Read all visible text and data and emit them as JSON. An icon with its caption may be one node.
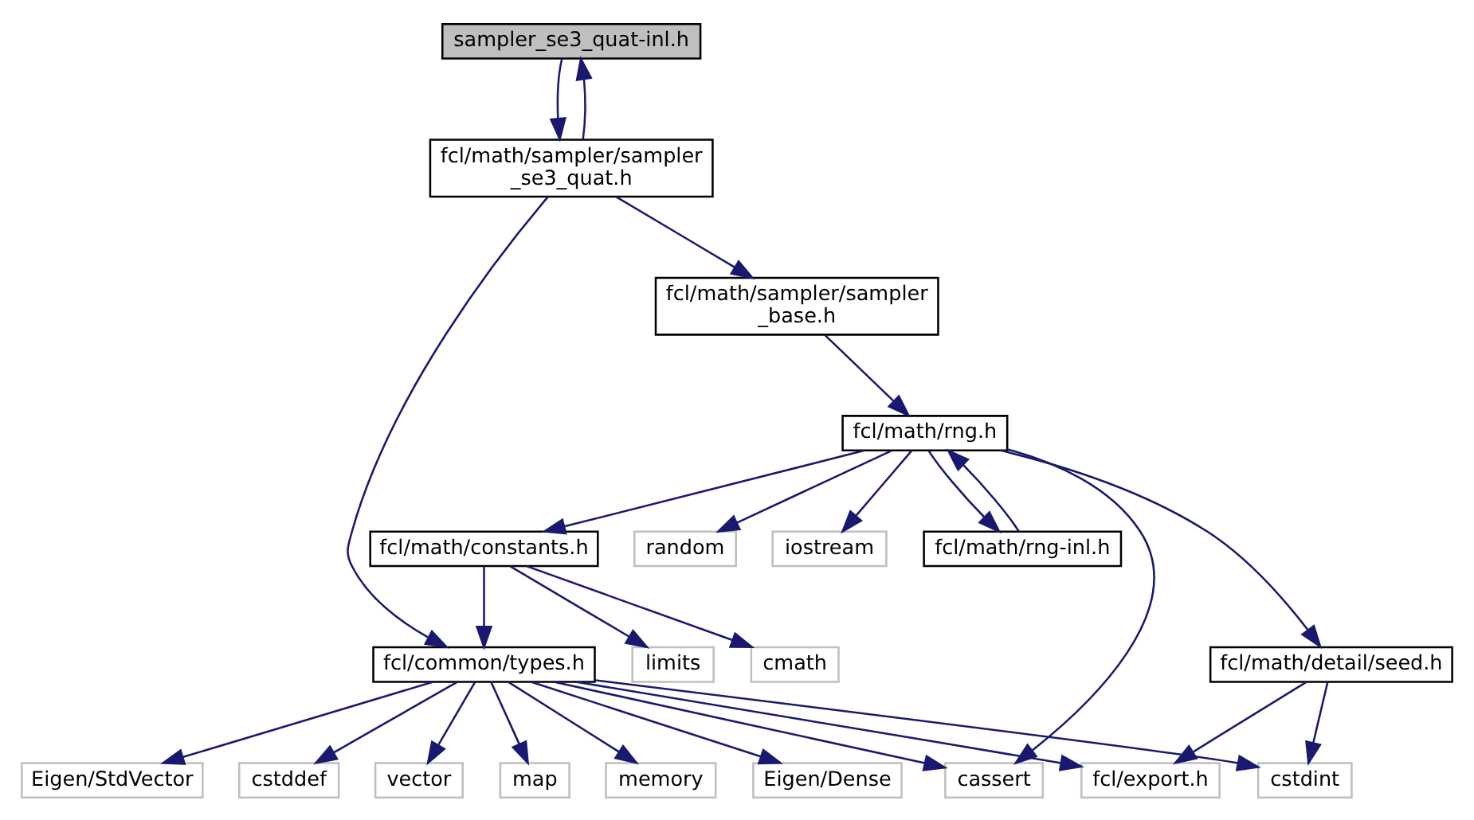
{
  "diagram": {
    "nodes": [
      {
        "text": [
          "sampler_se3_quat-inl.h"
        ]
      },
      {
        "text": [
          "fcl/math/sampler/sampler _se3_quat.h"
        ]
      },
      {
        "text": [
          "fcl/math/sampler/sampler _base.h"
        ]
      },
      {
        "text": [
          "fcl/math/rng.h"
        ]
      },
      {
        "text": [
          "fcl/math/constants.h"
        ]
      },
      {
        "text": [
          "random"
        ]
      },
      {
        "text": [
          "iostream"
        ]
      },
      {
        "text": [
          "fcl/math/rng-inl.h"
        ]
      },
      {
        "text": [
          "fcl/common/types.h"
        ]
      },
      {
        "text": [
          "limits"
        ]
      },
      {
        "text": [
          "cmath"
        ]
      },
      {
        "text": [
          "fcl/math/detail/seed.h"
        ]
      },
      {
        "text": [
          "cassert"
        ]
      },
      {
        "text": [
          "cstddef"
        ]
      },
      {
        "text": [
          "vector"
        ]
      },
      {
        "text": [
          "map"
        ]
      },
      {
        "text": [
          "memory"
        ]
      },
      {
        "text": [
          "Eigen/Dense"
        ]
      },
      {
        "text": [
          "Eigen/StdVector"
        ]
      },
      {
        "text": [
          "cstdint"
        ]
      },
      {
        "text": [
          "fcl/export.h"
        ]
      }
    ],
    "edges": [
      {
        "from": 0,
        "to": 1,
        "arrow": "to"
      },
      {
        "from": 1,
        "to": 0,
        "arrow": "to"
      },
      {
        "from": 1,
        "to": 8,
        "arrow": "to"
      },
      {
        "from": 1,
        "to": 2,
        "arrow": "to"
      },
      {
        "from": 2,
        "to": 3,
        "arrow": "to"
      },
      {
        "from": 3,
        "to": 12,
        "arrow": "to"
      },
      {
        "from": 3,
        "to": 4,
        "arrow": "to"
      },
      {
        "from": 3,
        "to": 5,
        "arrow": "to"
      },
      {
        "from": 3,
        "to": 6,
        "arrow": "to"
      },
      {
        "from": 3,
        "to": 11,
        "arrow": "to"
      },
      {
        "from": 3,
        "to": 7,
        "arrow": "to"
      },
      {
        "from": 7,
        "to": 3,
        "arrow": "to"
      },
      {
        "from": 4,
        "to": 8,
        "arrow": "to"
      },
      {
        "from": 4,
        "to": 9,
        "arrow": "to"
      },
      {
        "from": 4,
        "to": 10,
        "arrow": "to"
      },
      {
        "from": 8,
        "to": 12,
        "arrow": "to"
      },
      {
        "from": 8,
        "to": 13,
        "arrow": "to"
      },
      {
        "from": 8,
        "to": 14,
        "arrow": "to"
      },
      {
        "from": 8,
        "to": 15,
        "arrow": "to"
      },
      {
        "from": 8,
        "to": 16,
        "arrow": "to"
      },
      {
        "from": 8,
        "to": 17,
        "arrow": "to"
      },
      {
        "from": 8,
        "to": 18,
        "arrow": "to"
      },
      {
        "from": 8,
        "to": 19,
        "arrow": "to"
      },
      {
        "from": 8,
        "to": 20,
        "arrow": "to"
      },
      {
        "from": 11,
        "to": 19,
        "arrow": "to"
      },
      {
        "from": 11,
        "to": 20,
        "arrow": "to"
      }
    ]
  }
}
